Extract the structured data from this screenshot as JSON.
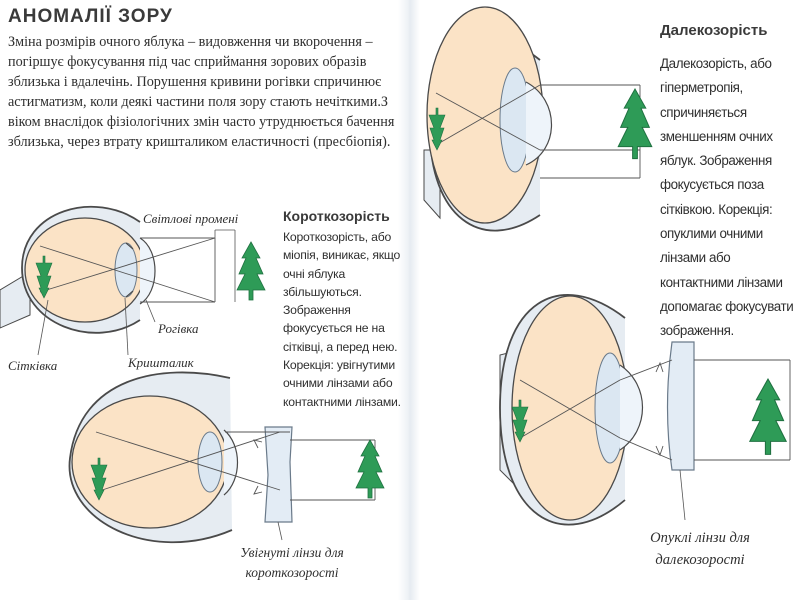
{
  "heading": "АНОМАЛІЇ ЗОРУ",
  "intro": "Зміна розмірів очного яблука – видовження чи вкорочення – погіршує фокусування під час сприймання зорових образів зблизька і вдалечінь. Порушення кривини рогівки спричинює астигматизм, коли деякі частини поля зору стають нечіткими.З віком внаслідок фізіологічних змін часто утруднюється бачення зблизька, через втрату кришталиком еластичності (пресбіопія).",
  "myopia": {
    "title": "Короткозорість",
    "text": "Короткозорість, або міопія, виникає, якщо очні яблука збільшуються. Зображення фокусується не на сітківці, а перед нею. Корекція: увігнутими очними лінзами або контактними лінзами."
  },
  "hyperopia": {
    "title": "Далекозорість",
    "text": "Далекозорість, або гіперметропія, спричиняється зменшенням очних яблук. Зображення фокусується поза сітківкою. Корекція: опуклими очними лінзами або контактними лінзами допомагає фокусувати зображення."
  },
  "labels": {
    "light_rays": "Світлові промені",
    "cornea": "Рогівка",
    "retina": "Сітківка",
    "lens": "Кришталик"
  },
  "captions": {
    "concave": "Увігнуті лінзи для короткозорості",
    "convex": "Опуклі лінзи для далекозорості"
  },
  "colors": {
    "eyeball": "#fbe3c6",
    "sclera_outline": "#4a4a4a",
    "eye_socket": "#e6ecf2",
    "lens": "#dbe7f2",
    "tree": "#2e9b57",
    "corrective_lens": "#e3ecf5"
  }
}
